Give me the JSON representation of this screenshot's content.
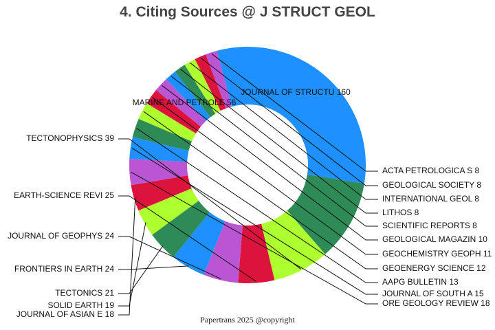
{
  "chart_data": {
    "type": "pie",
    "title": "4. Citing Sources @ J STRUCT GEOL",
    "donut": true,
    "slices": [
      {
        "label": "JOURNAL OF STRUCTU",
        "value": 160,
        "color": "#1e90ff"
      },
      {
        "label": "MARINE AND PETROLE",
        "value": 56,
        "color": "#2e8b57"
      },
      {
        "label": "TECTONOPHYSICS",
        "value": 39,
        "color": "#adff2f"
      },
      {
        "label": "EARTH-SCIENCE REVI",
        "value": 25,
        "color": "#dc143c"
      },
      {
        "label": "JOURNAL OF GEOPHYS",
        "value": 24,
        "color": "#ba55d3"
      },
      {
        "label": "FRONTIERS IN EARTH",
        "value": 24,
        "color": "#1e90ff"
      },
      {
        "label": "TECTONICS",
        "value": 21,
        "color": "#2e8b57"
      },
      {
        "label": "SOLID EARTH",
        "value": 19,
        "color": "#adff2f"
      },
      {
        "label": "JOURNAL OF ASIAN E",
        "value": 18,
        "color": "#dc143c"
      },
      {
        "label": "ORE GEOLOGY REVIEW",
        "value": 18,
        "color": "#ba55d3"
      },
      {
        "label": "JOURNAL OF SOUTH A",
        "value": 15,
        "color": "#1e90ff"
      },
      {
        "label": "AAPG BULLETIN",
        "value": 13,
        "color": "#2e8b57"
      },
      {
        "label": "GEOENERGY SCIENCE ",
        "value": 12,
        "color": "#adff2f"
      },
      {
        "label": "GEOCHEMISTRY GEOPH",
        "value": 11,
        "color": "#dc143c"
      },
      {
        "label": "GEOLOGICAL MAGAZIN",
        "value": 10,
        "color": "#ba55d3"
      },
      {
        "label": "SCIENTIFIC REPORTS",
        "value": 8,
        "color": "#1e90ff"
      },
      {
        "label": "LITHOS",
        "value": 8,
        "color": "#2e8b57"
      },
      {
        "label": "INTERNATIONAL GEOL",
        "value": 8,
        "color": "#adff2f"
      },
      {
        "label": "GEOLOGICAL SOCIETY",
        "value": 8,
        "color": "#dc143c"
      },
      {
        "label": "ACTA PETROLOGICA S",
        "value": 8,
        "color": "#ba55d3"
      }
    ]
  },
  "footer": "Papertrans 2025 @copyright"
}
